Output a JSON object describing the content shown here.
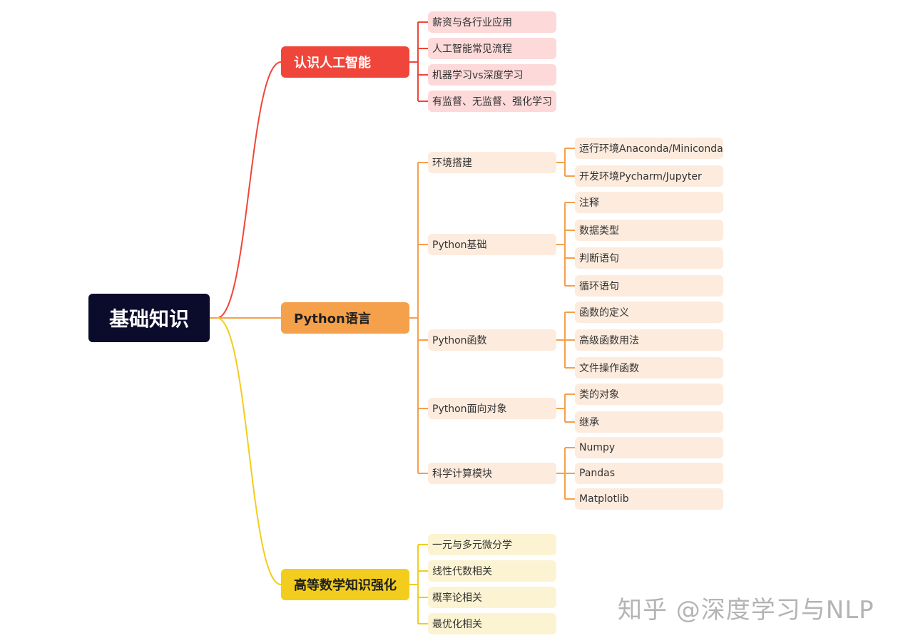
{
  "root": "基础知识",
  "colors": {
    "root": "#0b0b2b",
    "red": "#f0453a",
    "red_leaf": "#fdd9d9",
    "orange": "#f5a04a",
    "orange_leaf": "#fdebdd",
    "yellow": "#f2cd1e",
    "yellow_leaf": "#fcf3d2"
  },
  "branches": [
    {
      "label": "认识人工智能",
      "children": [
        {
          "label": "薪资与各行业应用"
        },
        {
          "label": "人工智能常见流程"
        },
        {
          "label": "机器学习vs深度学习"
        },
        {
          "label": "有监督、无监督、强化学习"
        }
      ]
    },
    {
      "label": "Python语言",
      "children": [
        {
          "label": "环境搭建",
          "children": [
            "运行环境Anaconda/Miniconda",
            "开发环境Pycharm/Jupyter"
          ]
        },
        {
          "label": "Python基础",
          "children": [
            "注释",
            "数据类型",
            "判断语句",
            "循环语句"
          ]
        },
        {
          "label": "Python函数",
          "children": [
            "函数的定义",
            "高级函数用法",
            "文件操作函数"
          ]
        },
        {
          "label": "Python面向对象",
          "children": [
            "类的对象",
            "继承"
          ]
        },
        {
          "label": "科学计算模块",
          "children": [
            "Numpy",
            "Pandas",
            "Matplotlib"
          ]
        }
      ]
    },
    {
      "label": "高等数学知识强化",
      "children": [
        {
          "label": "一元与多元微分学"
        },
        {
          "label": "线性代数相关"
        },
        {
          "label": "概率论相关"
        },
        {
          "label": "最优化相关"
        }
      ]
    }
  ],
  "watermark": "知乎 @深度学习与NLP"
}
